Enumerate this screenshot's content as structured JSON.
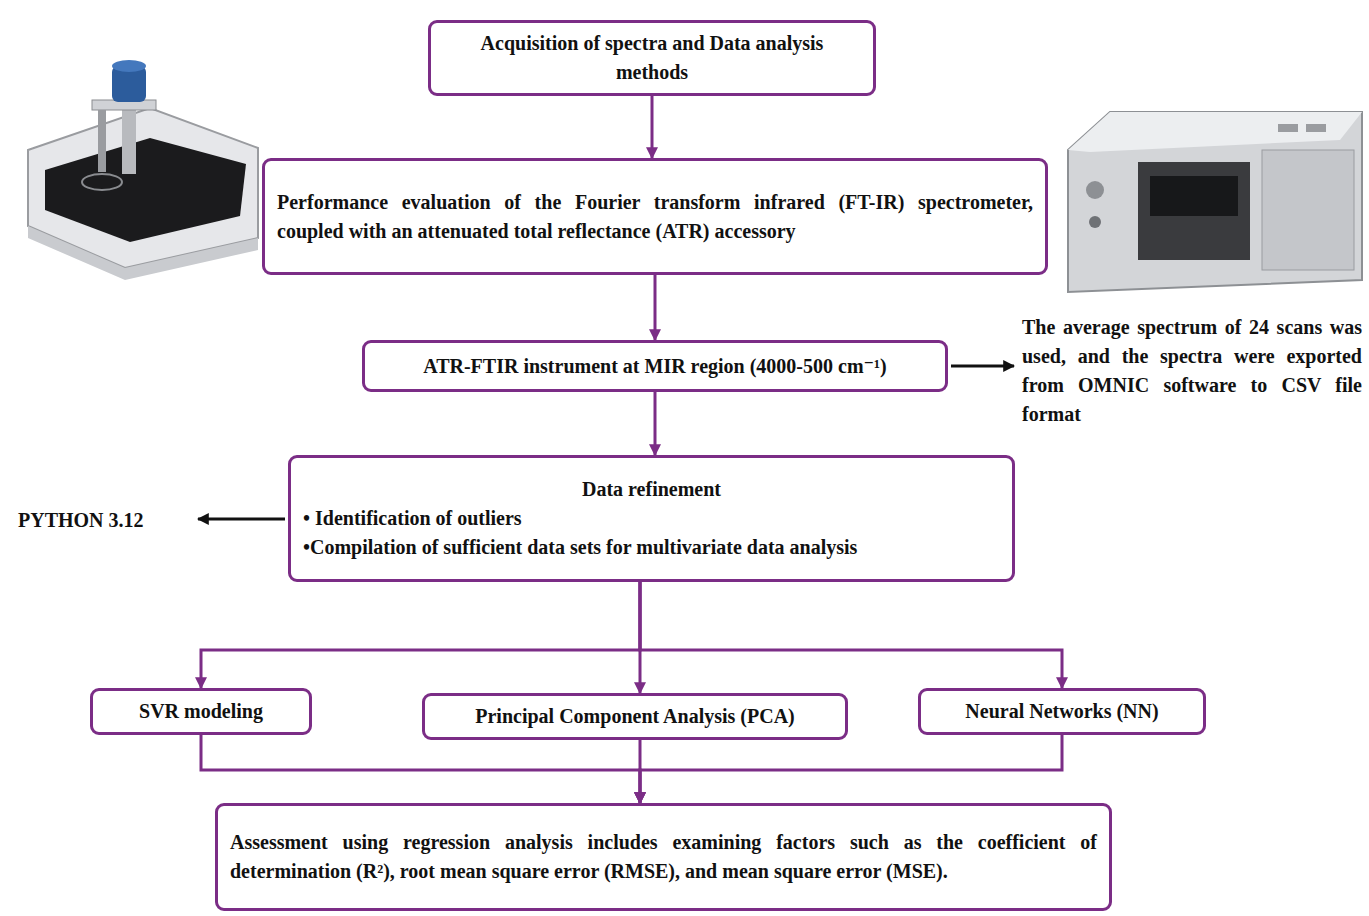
{
  "diagram": {
    "nodes": [
      {
        "text": [
          "Acquisition of spectra and Data analysis methods"
        ]
      },
      {
        "text": [
          "Performance evaluation of the Fourier transform infrared (FT-IR) spectrometer, coupled with an attenuated total reflectance (ATR) accessory"
        ]
      },
      {
        "text": [
          "ATR-FTIR instrument at MIR region (4000-500 cm⁻¹)"
        ]
      },
      {
        "text": [
          "Data refinement",
          "• Identification of outliers",
          "•Compilation of sufficient data sets for multivariate data analysis"
        ]
      },
      {
        "text": [
          "SVR modeling"
        ]
      },
      {
        "text": [
          "Principal Component Analysis (PCA)"
        ]
      },
      {
        "text": [
          "Neural Networks (NN)"
        ]
      },
      {
        "text": [
          "Assessment using regression analysis includes examining factors such as the coefficient of determination (R²), root mean square error (RMSE), and mean square error (MSE)."
        ]
      }
    ],
    "edges": [
      {
        "from": 0,
        "to": 1,
        "arrow": "to"
      },
      {
        "from": 1,
        "to": 2,
        "arrow": "to"
      },
      {
        "from": 2,
        "to": 3,
        "arrow": "to"
      },
      {
        "from": 3,
        "to": 4,
        "arrow": "to"
      },
      {
        "from": 3,
        "to": 5,
        "arrow": "to"
      },
      {
        "from": 3,
        "to": 6,
        "arrow": "to"
      },
      {
        "from": 4,
        "to": 7,
        "arrow": "to"
      },
      {
        "from": 5,
        "to": 7,
        "arrow": "to"
      },
      {
        "from": 6,
        "to": 7,
        "arrow": "to"
      }
    ],
    "labels": [
      "The average spectrum of 24 scans was used, and the spectra were exported from OMNIC software to CSV file format",
      "PYTHON 3.12"
    ]
  }
}
